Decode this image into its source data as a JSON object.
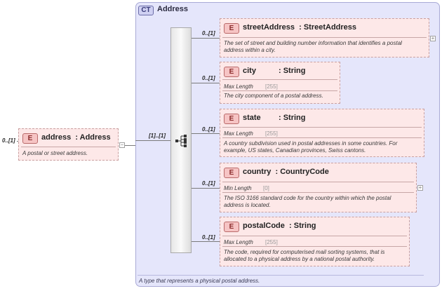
{
  "root": {
    "occurs": "0..[1]",
    "badge": "E",
    "name": "address",
    "type": ": Address",
    "doc": "A postal or street address."
  },
  "complex_type": {
    "badge": "CT",
    "title": "Address",
    "doc": "A type that represents a physical postal address.",
    "sequence_occurs": "[1]..[1]"
  },
  "children": [
    {
      "occurs": "0..[1]",
      "badge": "E",
      "name": "streetAddress",
      "type": ": StreetAddress",
      "facet": "",
      "facet_value": "",
      "doc1": "The set of street and building number information that identifies a postal",
      "doc2": "address within a city.",
      "expand": "+"
    },
    {
      "occurs": "0..[1]",
      "badge": "E",
      "name": "city",
      "type": ": String",
      "facet": "Max Length",
      "facet_value": "[255]",
      "doc1": "The city component of a postal address.",
      "doc2": "",
      "expand": ""
    },
    {
      "occurs": "0..[1]",
      "badge": "E",
      "name": "state",
      "type": ": String",
      "facet": "Max Length",
      "facet_value": "[255]",
      "doc1": "A country subdivision used in postal addresses in some countries. For",
      "doc2": "example, US states, Canadian provinces, Swiss cantons.",
      "expand": ""
    },
    {
      "occurs": "0..[1]",
      "badge": "E",
      "name": "country",
      "type": ": CountryCode",
      "facet": "Min Length",
      "facet_value": "[0]",
      "doc1": "The ISO 3166 standard code for the country within which the postal",
      "doc2": "address is located.",
      "expand": "+"
    },
    {
      "occurs": "0..[1]",
      "badge": "E",
      "name": "postalCode",
      "type": ": String",
      "facet": "Max Length",
      "facet_value": "[255]",
      "doc1": "The code, required for computerised mail sorting systems, that is",
      "doc2": "allocated to a physical address by a national postal authority.",
      "expand": ""
    }
  ],
  "collapse_symbol": "−"
}
